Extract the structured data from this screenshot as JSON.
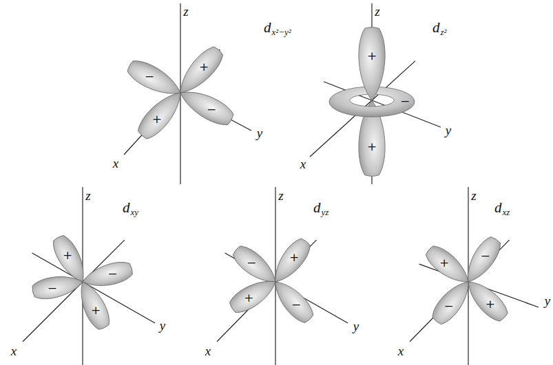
{
  "diagram": {
    "labels": [
      "z",
      "d",
      "x²−y²",
      "−",
      "+",
      "+",
      "−",
      "x",
      "y",
      "z",
      "d",
      "z²",
      "+",
      "−",
      "+",
      "x",
      "y",
      "z",
      "d",
      "xy",
      "+",
      "−",
      "−",
      "+",
      "x",
      "y",
      "z",
      "d",
      "yz",
      "−",
      "+",
      "+",
      "−",
      "x",
      "y",
      "z",
      "d",
      "xz",
      "+",
      "−",
      "−",
      "+",
      "x",
      "y"
    ]
  }
}
